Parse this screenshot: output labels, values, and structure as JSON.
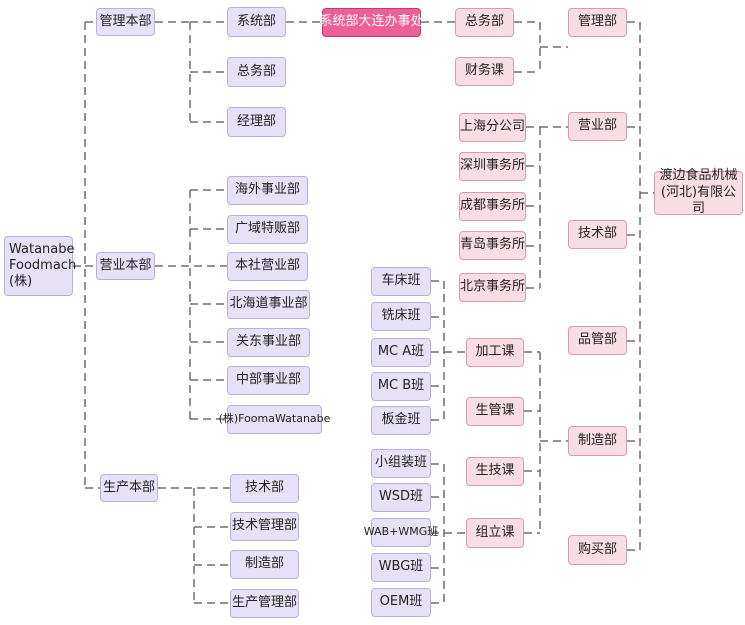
{
  "root": "Watanabe Foodmach (株)",
  "divisions": {
    "management": "管理本部",
    "sales": "营业本部",
    "production": "生产本部"
  },
  "management_depts": [
    "系统部",
    "总务部",
    "经理部"
  ],
  "dalian_office": "系统部大连办事处",
  "sales_depts": [
    "海外事业部",
    "广域特贩部",
    "本社营业部",
    "北海道事业部",
    "关东事业部",
    "中部事业部",
    "(株)FoomaWatanabe"
  ],
  "production_depts": [
    "技术部",
    "技术管理部",
    "制造部",
    "生产管理部"
  ],
  "machining_teams": [
    "车床班",
    "铣床班",
    "MC A班",
    "MC B班",
    "板金班"
  ],
  "assembly_teams": [
    "小组装班",
    "WSD班",
    "WAB+WMG班",
    "WBG班",
    "OEM班"
  ],
  "sections": [
    "加工课",
    "生管课",
    "生技课",
    "组立课"
  ],
  "general_units": [
    "总务部",
    "财务课"
  ],
  "sales_offices": [
    "上海分公司",
    "深圳事务所",
    "成都事务所",
    "青岛事务所",
    "北京事务所"
  ],
  "china_depts": [
    "管理部",
    "营业部",
    "技术部",
    "品管部",
    "制造部",
    "购买部"
  ],
  "china_company": "渡边食品机械(河北)有限公司",
  "colors": {
    "connector": "#6e6e6e",
    "japan_box": "#e6e1f6",
    "china_box": "#f8dde5",
    "highlight": "#ee5f97"
  }
}
